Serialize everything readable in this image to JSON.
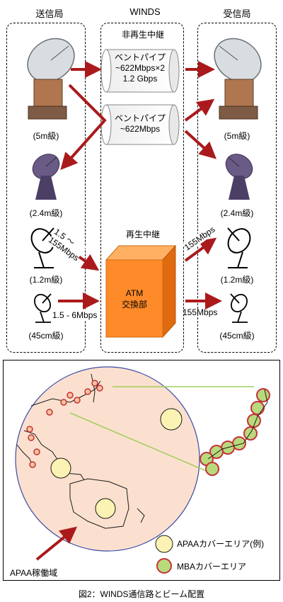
{
  "top": {
    "headers": {
      "tx": "送信局",
      "winds": "WINDS",
      "rx": "受信局"
    },
    "nonregen_label": "非再生中継",
    "regen_label": "再生中継",
    "pipe1": {
      "l1": "ベントパイプ",
      "l2": "~622Mbps×2",
      "l3": "1.2 Gbps"
    },
    "pipe2": {
      "l1": "ベントパイプ",
      "l2": "~622Mbps"
    },
    "atm": {
      "l1": "ATM",
      "l2": "交換部"
    },
    "tx_labels": [
      "(5m級)",
      "(2.4m級)",
      "(1.2m級)",
      "(45cm級)"
    ],
    "rx_labels": [
      "(5m級)",
      "(2.4m級)",
      "(1.2m級)",
      "(45cm級)"
    ],
    "rate_tx_12": "1.5 ～\n155Mbps",
    "rate_tx_45": "1.5 - 6Mbps",
    "rate_rx_12": "155Mbps",
    "rate_rx_45": "155Mbps"
  },
  "map": {
    "legend": {
      "apaa": "APAAカバーエリア(例)",
      "mba": "MBAカバーエリア"
    },
    "apaa_region": "APAA稼働域",
    "colors": {
      "globe_fill": "#fbe0cf",
      "arrow": "#aa1a1c",
      "apaa_circle": "#fbf3b3",
      "mba_edge": "#c5333a",
      "mba_fill": "#b8da7c",
      "zoom_line": "#9fcd5c"
    }
  },
  "caption": "図2：WINDS通信路とビーム配置"
}
